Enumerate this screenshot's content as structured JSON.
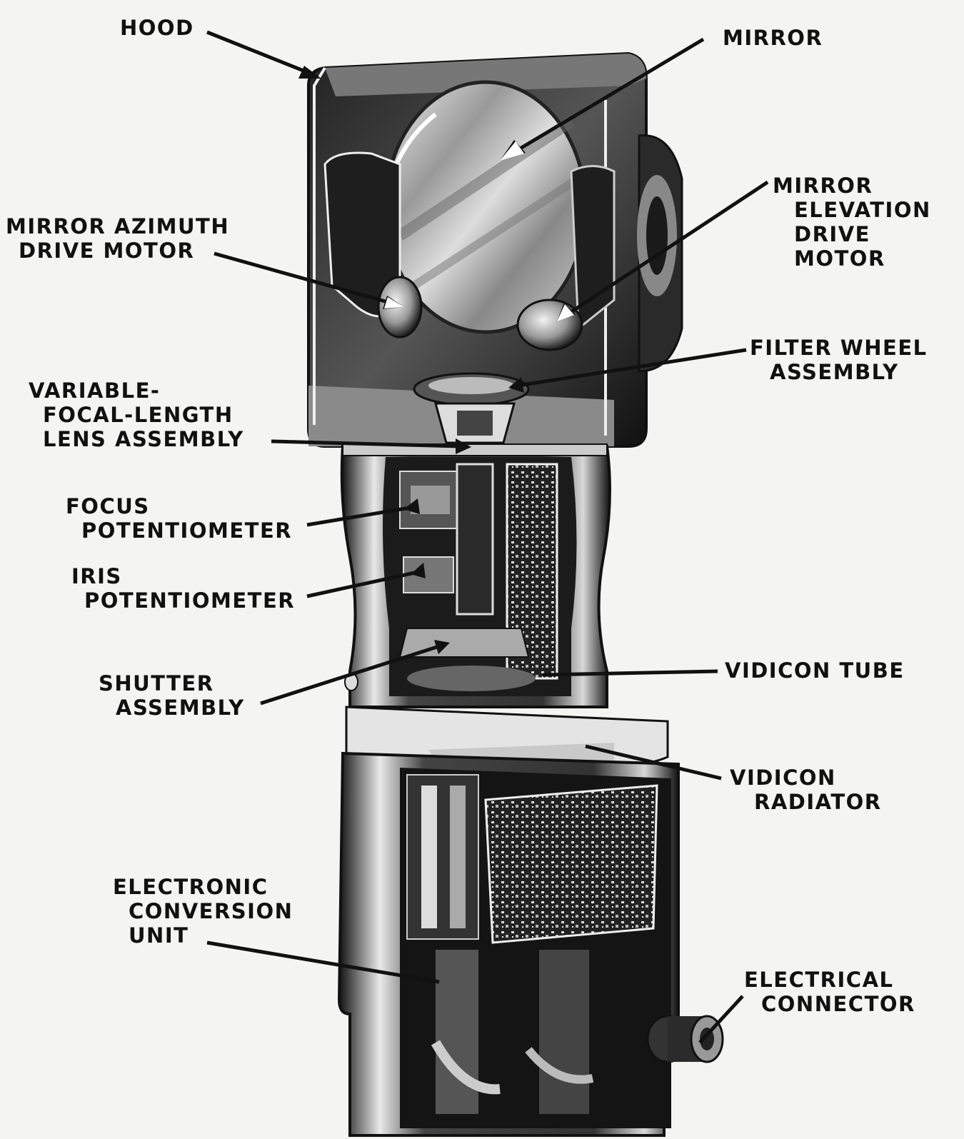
{
  "labels": {
    "hood": [
      "HOOD"
    ],
    "mirror": [
      "MIRROR"
    ],
    "mirror_azimuth_drive_motor": [
      "MIRROR AZIMUTH",
      "DRIVE MOTOR"
    ],
    "mirror_elevation_drive_motor": [
      "MIRROR",
      "ELEVATION",
      "DRIVE",
      "MOTOR"
    ],
    "filter_wheel_assembly": [
      "FILTER WHEEL",
      "ASSEMBLY"
    ],
    "variable_focal_length_lens_assembly": [
      "VARIABLE-",
      "FOCAL-LENGTH",
      "LENS ASSEMBLY"
    ],
    "focus_potentiometer": [
      "FOCUS",
      "POTENTIOMETER"
    ],
    "iris_potentiometer": [
      "IRIS",
      "POTENTIOMETER"
    ],
    "shutter_assembly": [
      "SHUTTER",
      "ASSEMBLY"
    ],
    "vidicon_tube": [
      "VIDICON TUBE"
    ],
    "vidicon_radiator": [
      "VIDICON",
      "RADIATOR"
    ],
    "electronic_conversion_unit": [
      "ELECTRONIC",
      "CONVERSION",
      "UNIT"
    ],
    "electrical_connector": [
      "ELECTRICAL",
      "CONNECTOR"
    ]
  },
  "colors": {
    "ink": "#111111",
    "paper": "#f4f4f2",
    "shade": "#555555",
    "highlight": "#e8e8e8"
  }
}
